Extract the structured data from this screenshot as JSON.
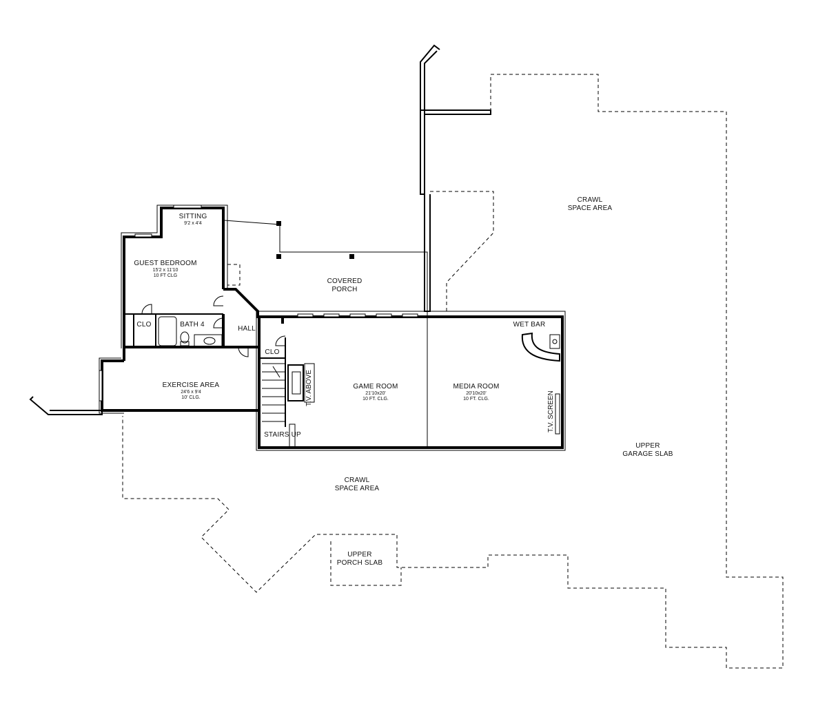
{
  "rooms": {
    "sitting": {
      "name": "SITTING",
      "size": "9'2 x 4'4"
    },
    "guest_bedroom": {
      "name": "GUEST BEDROOM",
      "size": "15'2 x 11'10",
      "ceiling": "10 FT CLG"
    },
    "covered_porch": {
      "line1": "COVERED",
      "line2": "PORCH"
    },
    "clo_bedroom": {
      "name": "CLO"
    },
    "bath4": {
      "name": "BATH 4"
    },
    "hall": {
      "name": "HALL"
    },
    "clo_hall": {
      "name": "CLO"
    },
    "exercise_area": {
      "name": "EXERCISE AREA",
      "size": "24'6 x 9'4",
      "ceiling": "10' CLG."
    },
    "game_room": {
      "name": "GAME ROOM",
      "size": "21'10x20'",
      "ceiling": "10 FT. CLG."
    },
    "media_room": {
      "name": "MEDIA ROOM",
      "size": "20'10x20'",
      "ceiling": "10 FT. CLG."
    },
    "wet_bar": {
      "name": "WET BAR"
    },
    "stairs": {
      "name": "STAIRS UP"
    }
  },
  "annotations": {
    "tv_above": "T.V. ABOVE",
    "tv_screen": "T.V. SCREEN"
  },
  "areas": {
    "crawl_right": {
      "line1": "CRAWL",
      "line2": "SPACE AREA"
    },
    "crawl_bottom": {
      "line1": "CRAWL",
      "line2": "SPACE AREA"
    },
    "upper_garage": {
      "line1": "UPPER",
      "line2": "GARAGE SLAB"
    },
    "upper_porch": {
      "line1": "UPPER",
      "line2": "PORCH SLAB"
    }
  }
}
